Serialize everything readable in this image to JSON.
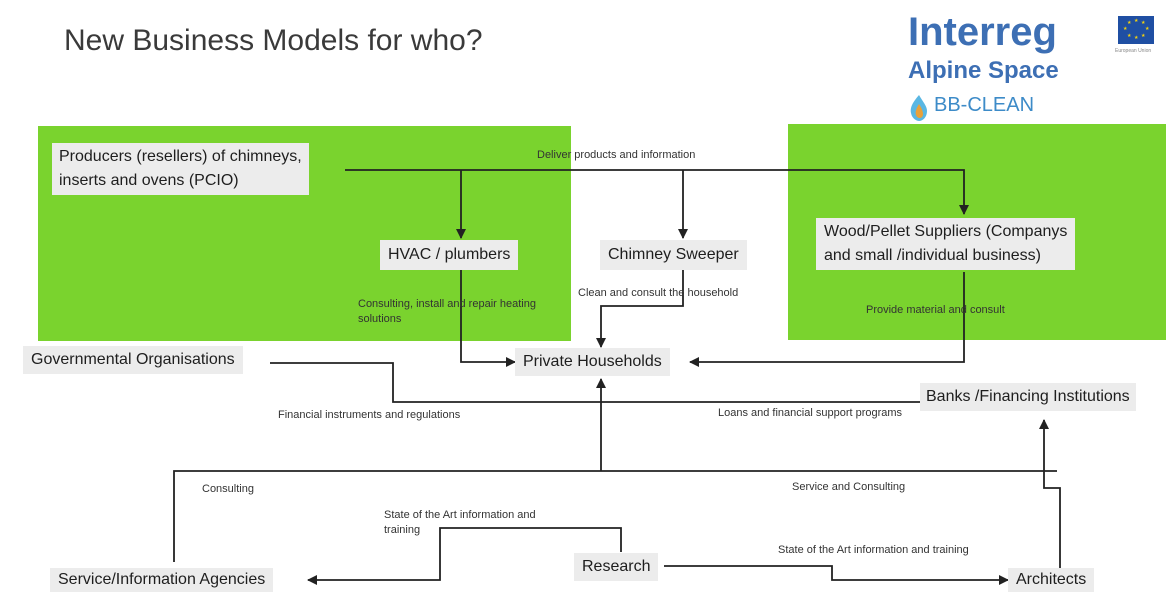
{
  "slide": {
    "title": "New Business Models for who?"
  },
  "logo": {
    "interreg": "Interreg",
    "program": "Alpine Space",
    "project": "BB-CLEAN",
    "eu_caption": "European Union",
    "brand_color": "#3d6fb4",
    "eu_flag_color": "#1f4fa3",
    "eu_star_color": "#f4d20c"
  },
  "colors": {
    "panel_green": "#7ad32e",
    "node_fill": "#ececec",
    "arrow": "#222222"
  },
  "nodes": {
    "producers": [
      "Producers (resellers) of chimneys,",
      "inserts and ovens (PCIO)"
    ],
    "hvac": "HVAC / plumbers",
    "chimney_sweeper": "Chimney Sweeper",
    "wood_pellet": [
      "Wood/Pellet Suppliers (Companys",
      "and small /individual business)"
    ],
    "governmental": "Governmental Organisations",
    "private_households": "Private Households",
    "banks": "Banks /Financing Institutions",
    "service_agencies": "Service/Information Agencies",
    "research": "Research",
    "architects": "Architects"
  },
  "edge_labels": {
    "deliver": "Deliver products and information",
    "hvac_consult": [
      "Consulting, install and repair heating",
      "solutions"
    ],
    "sweeper_consult": "Clean and consult the household",
    "provide_material": "Provide material and consult",
    "financial": "Financial instruments and regulations",
    "loans": "Loans and financial support programs",
    "consulting": "Consulting",
    "service_consulting": "Service and Consulting",
    "sota_training_left": [
      "State of the Art information and",
      "training"
    ],
    "sota_training_right": "State of the Art information and training"
  }
}
